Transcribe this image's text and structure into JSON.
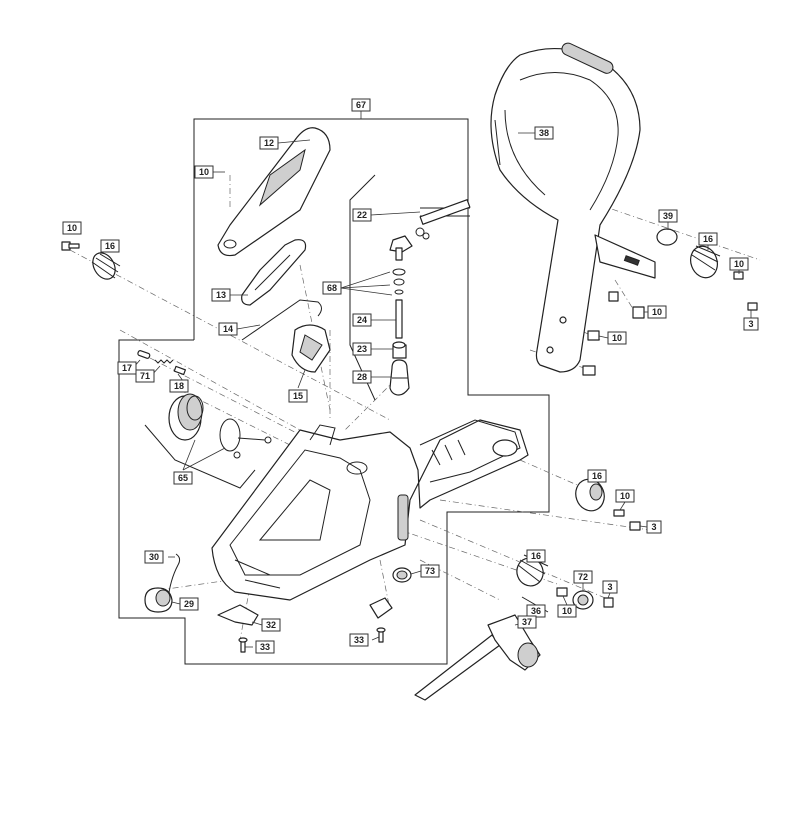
{
  "labels": {
    "l67": "67",
    "l12": "12",
    "l10a": "10",
    "l10b": "10",
    "l16a": "16",
    "l22": "22",
    "l68": "68",
    "l13": "13",
    "l14": "14",
    "l24": "24",
    "l23": "23",
    "l28": "28",
    "l15": "15",
    "l17": "17",
    "l71": "71",
    "l18": "18",
    "l65": "65",
    "l38": "38",
    "l39": "39",
    "l16b": "16",
    "l10c": "10",
    "l3a": "3",
    "l10d": "10",
    "l10e": "10",
    "l16c": "16",
    "l10f": "10",
    "l3b": "3",
    "l16d": "16",
    "l72": "72",
    "l3c": "3",
    "l10g": "10",
    "l36": "36",
    "l37": "37",
    "l73": "73",
    "l30": "30",
    "l29": "29",
    "l32": "32",
    "l33a": "33",
    "l33b": "33"
  }
}
